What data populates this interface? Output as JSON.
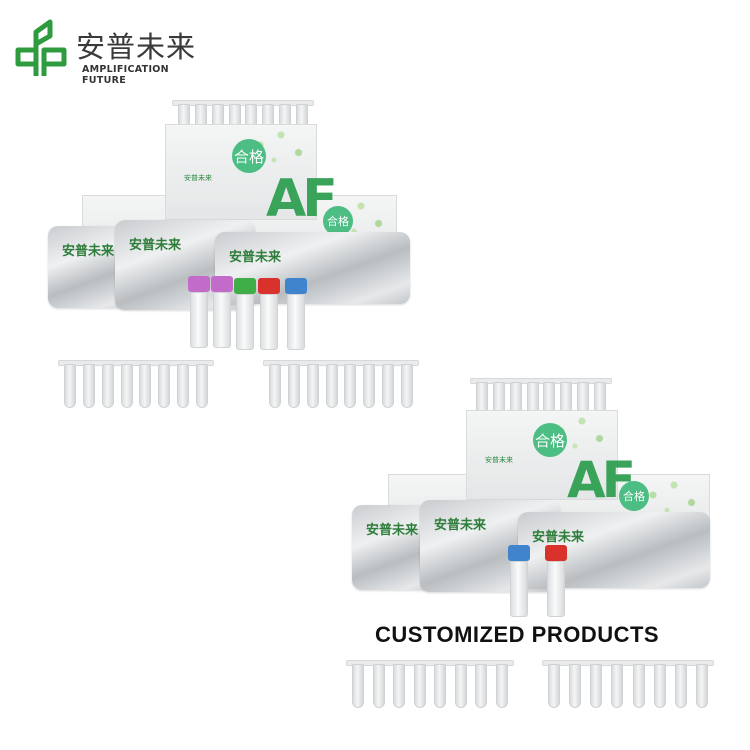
{
  "brand": {
    "name_cn": "安普未来",
    "name_en": "AMPLIFICATION FUTURE",
    "accent_color": "#2e9b3f"
  },
  "product_kit_1": {
    "box": {
      "quality_badge": "合格",
      "box_logo_text": "安普未来",
      "box_emblem": "AF"
    },
    "back_box": {
      "quality_badge": "合格"
    },
    "foil_bags": [
      {
        "logo_text": "安普未来"
      },
      {
        "logo_text": "安普未来"
      },
      {
        "logo_text": "安普未来"
      }
    ],
    "vials": [
      {
        "cap_color": "#c26bc8"
      },
      {
        "cap_color": "#c26bc8"
      },
      {
        "cap_color": "#3fae46"
      },
      {
        "cap_color": "#d9312b"
      },
      {
        "cap_color": "#3f84cc"
      }
    ],
    "tube_strips": 3
  },
  "product_kit_2": {
    "box": {
      "quality_badge": "合格",
      "box_logo_text": "安普未来",
      "box_emblem": "AF"
    },
    "back_box": {
      "quality_badge": "合格"
    },
    "foil_bags": [
      {
        "logo_text": "安普未来"
      },
      {
        "logo_text": "安普未来"
      },
      {
        "logo_text": "安普未来"
      }
    ],
    "vials": [
      {
        "cap_color": "#3f84cc"
      },
      {
        "cap_color": "#d9312b"
      }
    ],
    "tube_strips": 3
  },
  "caption": "CUSTOMIZED PRODUCTS"
}
